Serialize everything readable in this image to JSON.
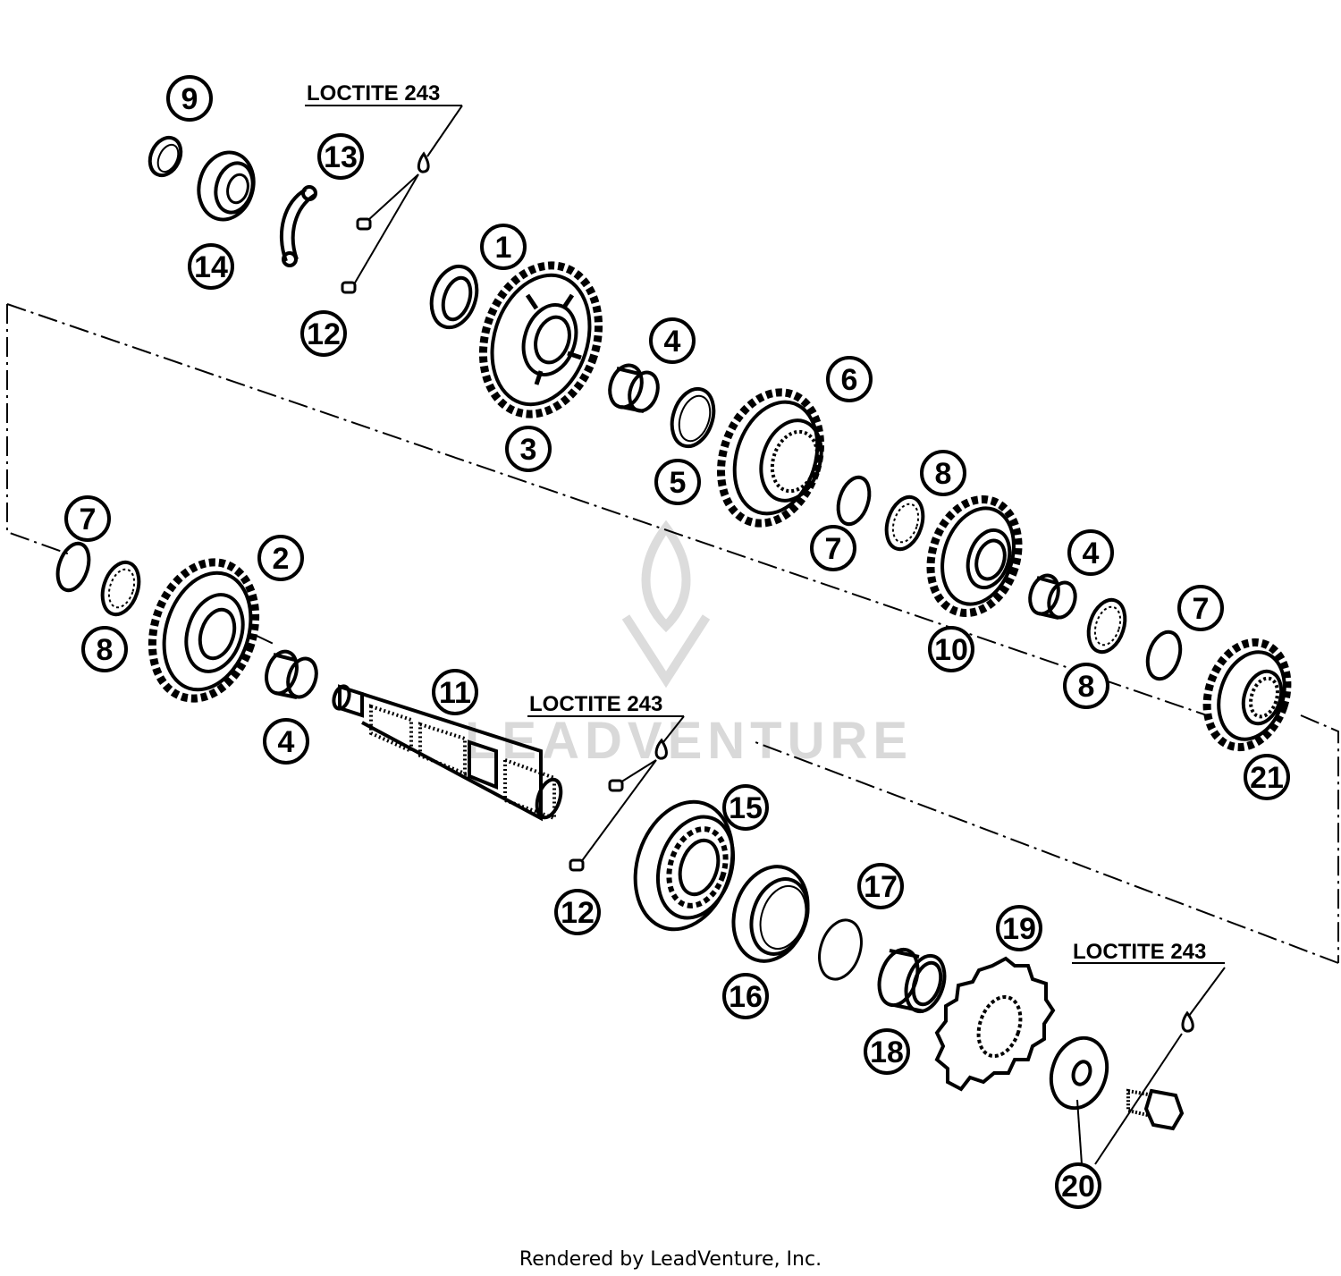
{
  "notes": {
    "loctite_top": "LOCTITE 243",
    "loctite_mid": "LOCTITE 243",
    "loctite_right": "LOCTITE 243"
  },
  "callouts": {
    "c1": "1",
    "c2": "2",
    "c3": "3",
    "c4a": "4",
    "c4b": "4",
    "c4c": "4",
    "c5": "5",
    "c6": "6",
    "c7a": "7",
    "c7b": "7",
    "c7c": "7",
    "c8a": "8",
    "c8b": "8",
    "c8c": "8",
    "c9": "9",
    "c10": "10",
    "c11": "11",
    "c12a": "12",
    "c12b": "12",
    "c13": "13",
    "c14": "14",
    "c15": "15",
    "c16": "16",
    "c17": "17",
    "c18": "18",
    "c19": "19",
    "c20": "20",
    "c21": "21"
  },
  "watermark": "LEADVENTURE",
  "footer": "Rendered by LeadVenture, Inc.",
  "colors": {
    "ink": "#000000",
    "background": "#ffffff",
    "watermark": "#d9d9d9"
  }
}
